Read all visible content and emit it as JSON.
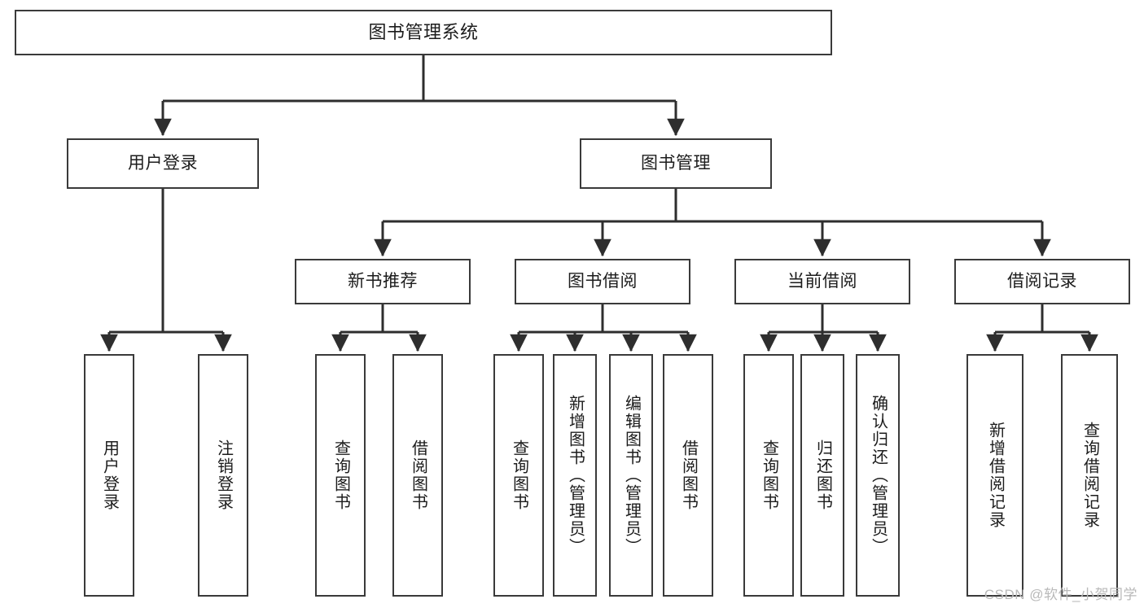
{
  "diagram": {
    "title": "图书管理系统",
    "watermark": "CSDN @软件_小贺同学",
    "colors": {
      "background": "#ffffff",
      "box_border": "#3a3a3a",
      "connector": "#2e2e2e",
      "text": "#1c1c1c",
      "watermark_text": "#b9b9b9"
    },
    "nodes": {
      "root": "图书管理系统",
      "level2": [
        "用户登录",
        "图书管理"
      ],
      "level3": [
        "新书推荐",
        "图书借阅",
        "当前借阅",
        "借阅记录"
      ],
      "leaves": {
        "user_login": [
          "用户登录",
          "注销登录"
        ],
        "new_book_recommend": [
          "查询图书",
          "借阅图书"
        ],
        "book_borrow": [
          "查询图书",
          "新增图书（管理员）",
          "编辑图书（管理员）",
          "借阅图书"
        ],
        "current_borrow": [
          "查询图书",
          "归还图书",
          "确认归还（管理员）"
        ],
        "borrow_record": [
          "新增借阅记录",
          "查询借阅记录"
        ]
      }
    },
    "edges": [
      {
        "from": "图书管理系统",
        "to": "用户登录"
      },
      {
        "from": "图书管理系统",
        "to": "图书管理"
      },
      {
        "from": "图书管理",
        "to": "新书推荐"
      },
      {
        "from": "图书管理",
        "to": "图书借阅"
      },
      {
        "from": "图书管理",
        "to": "当前借阅"
      },
      {
        "from": "图书管理",
        "to": "借阅记录"
      },
      {
        "from": "用户登录",
        "to": "用户登录"
      },
      {
        "from": "用户登录",
        "to": "注销登录"
      },
      {
        "from": "新书推荐",
        "to": "查询图书"
      },
      {
        "from": "新书推荐",
        "to": "借阅图书"
      },
      {
        "from": "图书借阅",
        "to": "查询图书"
      },
      {
        "from": "图书借阅",
        "to": "新增图书（管理员）"
      },
      {
        "from": "图书借阅",
        "to": "编辑图书（管理员）"
      },
      {
        "from": "图书借阅",
        "to": "借阅图书"
      },
      {
        "from": "当前借阅",
        "to": "查询图书"
      },
      {
        "from": "当前借阅",
        "to": "归还图书"
      },
      {
        "from": "当前借阅",
        "to": "确认归还（管理员）"
      },
      {
        "from": "借阅记录",
        "to": "新增借阅记录"
      },
      {
        "from": "借阅记录",
        "to": "查询借阅记录"
      }
    ]
  }
}
